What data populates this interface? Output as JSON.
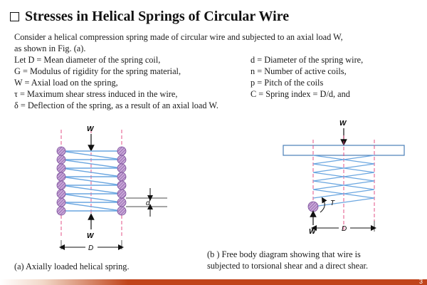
{
  "title": "Stresses in Helical Springs of Circular Wire",
  "intro": {
    "line1": "Consider a helical compression spring made of circular wire and subjected to an axial load W,",
    "line2": "as shown in Fig. (a)."
  },
  "definitions": {
    "left": [
      "Let D = Mean diameter of the spring coil,",
      "G = Modulus of rigidity for the spring material,",
      "W = Axial load on the spring,",
      "τ = Maximum shear stress induced in the wire,",
      "δ = Deflection of the spring, as a result of an axial load W."
    ],
    "right": [
      "d = Diameter of the spring wire,",
      "n = Number of active coils,",
      "p = Pitch of the coils",
      "C = Spring index = D/d, and"
    ]
  },
  "figure_a": {
    "caption": "(a) Axially loaded helical spring.",
    "load_top": "W",
    "load_bottom": "W",
    "dim_D": "D",
    "dim_d": "d"
  },
  "figure_b": {
    "caption_line1": "(b ) Free body diagram showing that wire is",
    "caption_line2": "subjected to torsional shear and a direct shear.",
    "load_top": "W",
    "load_bottom": "W",
    "torque": "T",
    "dim_D": "D"
  },
  "colors": {
    "wire_fill": "#c9a6d8",
    "wire_stroke": "#7a4f9a",
    "coil": "#6aa6e0",
    "centerline": "#e0407a",
    "footer": "#c0441b"
  },
  "page_number": "3"
}
